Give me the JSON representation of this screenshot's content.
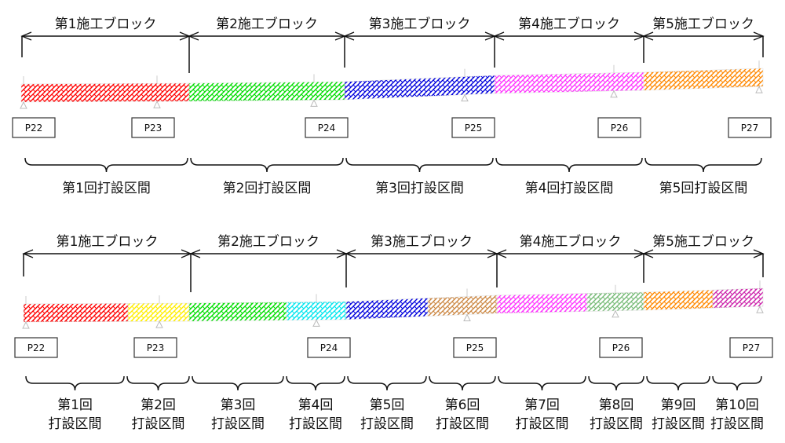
{
  "top": {
    "blocks": [
      "第1施工ブロック",
      "第2施工ブロック",
      "第3施工ブロック",
      "第4施工ブロック",
      "第5施工ブロック"
    ],
    "segments": [
      {
        "color": "#ff0000"
      },
      {
        "color": "#00dd00"
      },
      {
        "color": "#0000dd"
      },
      {
        "color": "#ff33ff"
      },
      {
        "color": "#ff8800"
      }
    ],
    "piers": [
      "P22",
      "P23",
      "P24",
      "P25",
      "P26",
      "P27"
    ],
    "intervals": [
      "第1回打設区間",
      "第2回打設区間",
      "第3回打設区間",
      "第4回打設区間",
      "第5回打設区間"
    ]
  },
  "bottom": {
    "blocks": [
      "第1施工ブロック",
      "第2施工ブロック",
      "第3施工ブロック",
      "第4施工ブロック",
      "第5施工ブロック"
    ],
    "segments": [
      {
        "color": "#ff0000"
      },
      {
        "color": "#ffee00"
      },
      {
        "color": "#00dd00"
      },
      {
        "color": "#00e5ee"
      },
      {
        "color": "#0000dd"
      },
      {
        "color": "#cc8844"
      },
      {
        "color": "#ff33ff"
      },
      {
        "color": "#77bb77"
      },
      {
        "color": "#ff8800"
      },
      {
        "color": "#cc22aa"
      }
    ],
    "piers": [
      "P22",
      "P23",
      "P24",
      "P25",
      "P26",
      "P27"
    ],
    "intervals": [
      {
        "line1": "第1回",
        "line2": "打設区間"
      },
      {
        "line1": "第2回",
        "line2": "打設区間"
      },
      {
        "line1": "第3回",
        "line2": "打設区間"
      },
      {
        "line1": "第4回",
        "line2": "打設区間"
      },
      {
        "line1": "第5回",
        "line2": "打設区間"
      },
      {
        "line1": "第6回",
        "line2": "打設区間"
      },
      {
        "line1": "第7回",
        "line2": "打設区間"
      },
      {
        "line1": "第8回",
        "line2": "打設区間"
      },
      {
        "line1": "第9回",
        "line2": "打設区間"
      },
      {
        "line1": "第10回",
        "line2": "打設区間"
      }
    ]
  }
}
